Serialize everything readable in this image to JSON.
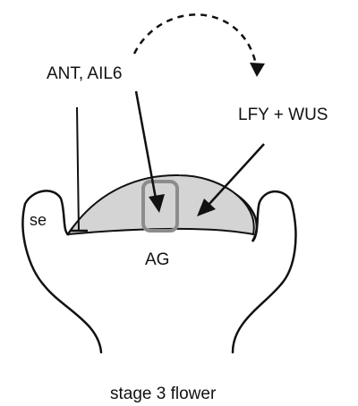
{
  "labels": {
    "ant_ail6": "ANT, AIL6",
    "lfy_wus": "LFY + WUS",
    "sepal": "se",
    "ag": "AG",
    "caption": "stage 3 flower"
  },
  "colors": {
    "stroke": "#111111",
    "dome_fill": "#d4d4d4",
    "ag_domain_stroke": "#8c8c8c"
  }
}
